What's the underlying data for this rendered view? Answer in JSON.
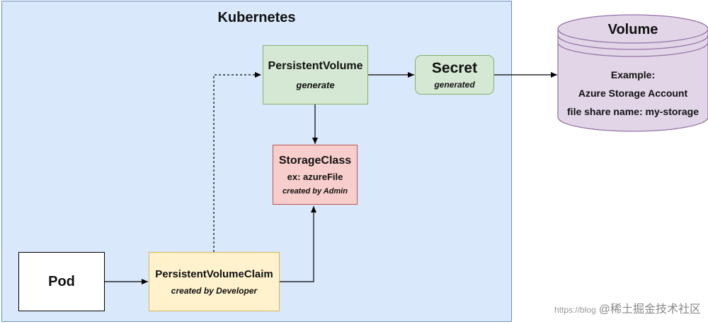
{
  "cluster": {
    "title": "Kubernetes"
  },
  "nodes": {
    "persistent_volume": {
      "title": "PersistentVolume",
      "subtitle": "generate"
    },
    "secret": {
      "title": "Secret",
      "subtitle": "generated"
    },
    "storage_class": {
      "title": "StorageClass",
      "line2": "ex: azureFile",
      "subtitle": "created by Admin"
    },
    "pod": {
      "title": "Pod"
    },
    "pvc": {
      "title": "PersistentVolumeClaim",
      "subtitle": "created by Developer"
    },
    "volume": {
      "title": "Volume",
      "lines": [
        "Example:",
        "Azure Storage Account",
        "file share name: my-storage"
      ]
    }
  },
  "watermark": {
    "url": "https://blog",
    "text": "@稀土掘金技术社区"
  },
  "colors": {
    "cluster_fill": "#dae8fc",
    "cluster_stroke": "#6c8ebf",
    "green_fill": "#d5e8d4",
    "green_stroke": "#82b366",
    "red_fill": "#f8cecc",
    "red_stroke": "#b85450",
    "yellow_fill": "#fff2cc",
    "yellow_stroke": "#d6b656",
    "purple_fill": "#e1d5e7",
    "purple_stroke": "#9673a6"
  }
}
